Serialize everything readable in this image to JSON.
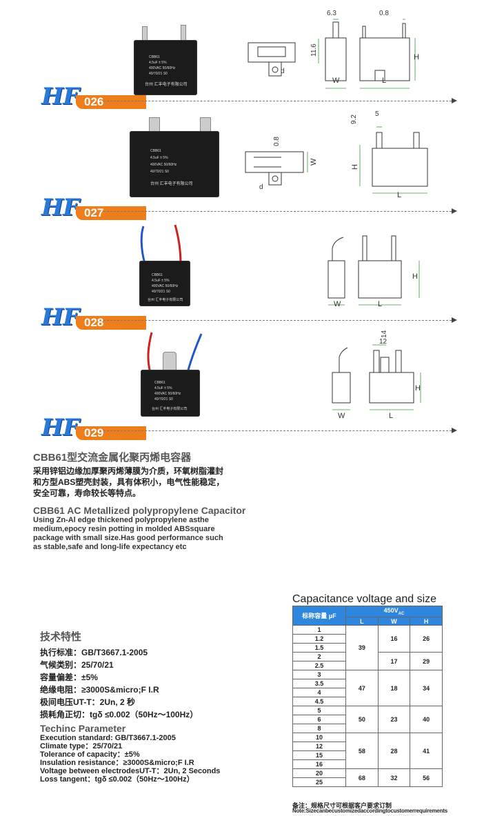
{
  "products": [
    {
      "series": "HF",
      "model": "026"
    },
    {
      "series": "HF",
      "model": "027"
    },
    {
      "series": "HF",
      "model": "028"
    },
    {
      "series": "HF",
      "model": "029"
    }
  ],
  "capacitor_label": {
    "line1": "CBB61",
    "line2": "4.5uF ± 5%",
    "line3": "400VAC 50/60Hz",
    "line4": "40/70/21 S0",
    "maker": "台州 汇丰电子有限公司"
  },
  "dims": {
    "d026_top1": "6.3",
    "d026_top2": "0.8",
    "d026_side": "11.6",
    "d026_d": "d",
    "d027_top": "5",
    "d027_side": "9.2",
    "d027_a": "0.8",
    "d027_d": "d",
    "d029_a": "14",
    "d029_b": "12",
    "W": "W",
    "L": "L",
    "H": "H"
  },
  "intro": {
    "zh_title": "CBB61型交流金属化聚丙烯电容器",
    "zh_body_1": "采用锌铝边缘加厚聚丙烯薄膜为介质，环氧树脂灌封",
    "zh_body_2": "和方型ABS塑壳封装，具有体积小，电气性能稳定，",
    "zh_body_3": "安全可靠，寿命较长等特点。",
    "en_title": "CBB61 AC Metallized polypropylene Capacitor",
    "en_body_1": "Using Zn-Al edge thickened polypropylene asthe",
    "en_body_2": "medium,epocy resin potting in molded ABSsquare",
    "en_body_3": "package with small size.Has good performance such",
    "en_body_4": "as stable,safe and long-life expectancy etc"
  },
  "tech": {
    "zh_title": "技术特性",
    "zh_lines": [
      "执行标准：GB/T3667.1-2005",
      "气候类别：25/70/21",
      "容量偏差：±5%",
      "绝缘电阻：≥3000S&micro;F I.R",
      "极间电压UT-T：2Un, 2 秒",
      "损耗角正切：tgδ ≤0.002（50Hz～100Hz）"
    ],
    "en_title": "Techinc Parameter",
    "en_lines": [
      "Execution standard: GB/T3667.1-2005",
      "Climate type：25/70/21",
      "Tolerance of capacity：±5%",
      "Insulation resistance：≥3000S&micro;F I.R",
      "Voltage between electrodesUT-T：2Un, 2 Seconds",
      "Loss tangent：tgδ ≤0.002（50Hz～100Hz）"
    ]
  },
  "table": {
    "title": "Capacitance voltage and size",
    "col_main": "标称容量 μF",
    "voltage": "450V",
    "voltage_sub": "AC",
    "cols": [
      "L",
      "W",
      "H"
    ],
    "groups": [
      {
        "caps": [
          "1",
          "1.2",
          "1.5",
          "2",
          "2.5"
        ],
        "L": "39",
        "sub": [
          {
            "caps": 3,
            "W": "16",
            "H": "26"
          },
          {
            "caps": 2,
            "W": "17",
            "H": "29"
          }
        ]
      },
      {
        "caps": [
          "3",
          "3.5",
          "4",
          "4.5"
        ],
        "L": "47",
        "sub": [
          {
            "caps": 4,
            "W": "18",
            "H": "34"
          }
        ]
      },
      {
        "caps": [
          "5",
          "6",
          "8"
        ],
        "L": "50",
        "sub": [
          {
            "caps": 3,
            "W": "23",
            "H": "40"
          }
        ]
      },
      {
        "caps": [
          "10",
          "12",
          "15",
          "16"
        ],
        "L": "58",
        "sub": [
          {
            "caps": 4,
            "W": "28",
            "H": "41"
          }
        ]
      },
      {
        "caps": [
          "20",
          "25"
        ],
        "L": "68",
        "sub": [
          {
            "caps": 2,
            "W": "32",
            "H": "56"
          }
        ]
      }
    ],
    "note_zh": "备注：规格尺寸可根据客户要求订制",
    "note_en": "Note:Sizecanbecustomizedaccordingtocustomerrequirements"
  }
}
